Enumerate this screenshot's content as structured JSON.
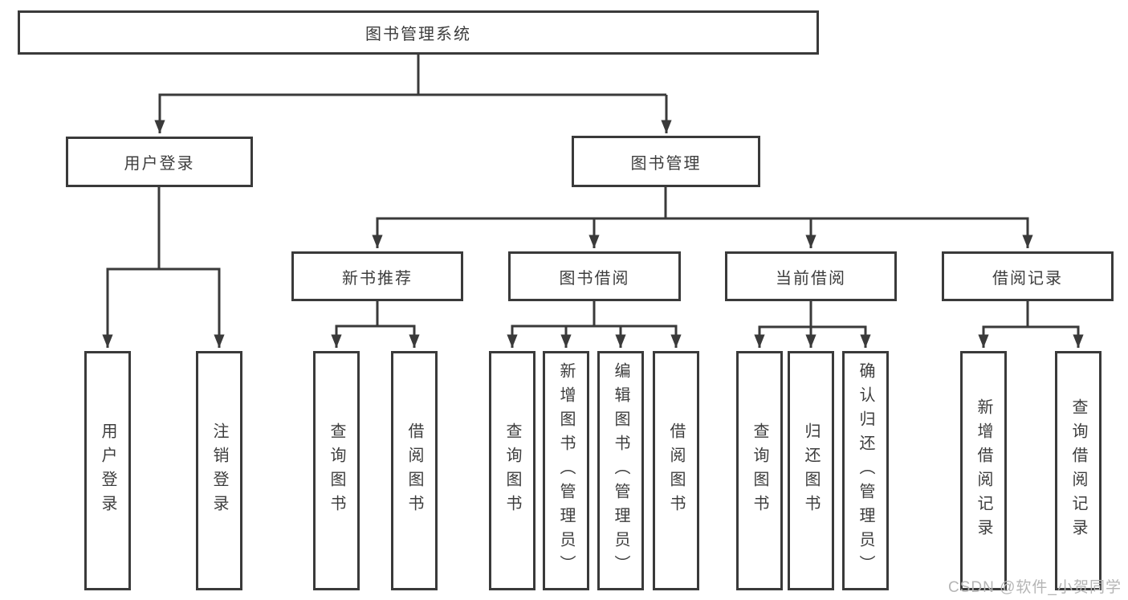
{
  "tree": {
    "root": "图书管理系统",
    "children": [
      {
        "label": "用户登录",
        "children": [
          "用户登录",
          "注销登录"
        ]
      },
      {
        "label": "图书管理",
        "children": [
          {
            "label": "新书推荐",
            "children": [
              "查询图书",
              "借阅图书"
            ]
          },
          {
            "label": "图书借阅",
            "children": [
              "查询图书",
              "新增图书（管理员）",
              "编辑图书（管理员）",
              "借阅图书"
            ]
          },
          {
            "label": "当前借阅",
            "children": [
              "查询图书",
              "归还图书",
              "确认归还（管理员）"
            ]
          },
          {
            "label": "借阅记录",
            "children": [
              "新增借阅记录",
              "查询借阅记录"
            ]
          }
        ]
      }
    ]
  },
  "watermark": {
    "text": "CSDN @软件_小贺同学"
  },
  "colors": {
    "line": "#3a3a3a",
    "text": "#3d3d3d",
    "watermark": "#b5b5b5",
    "background": "#ffffff"
  }
}
